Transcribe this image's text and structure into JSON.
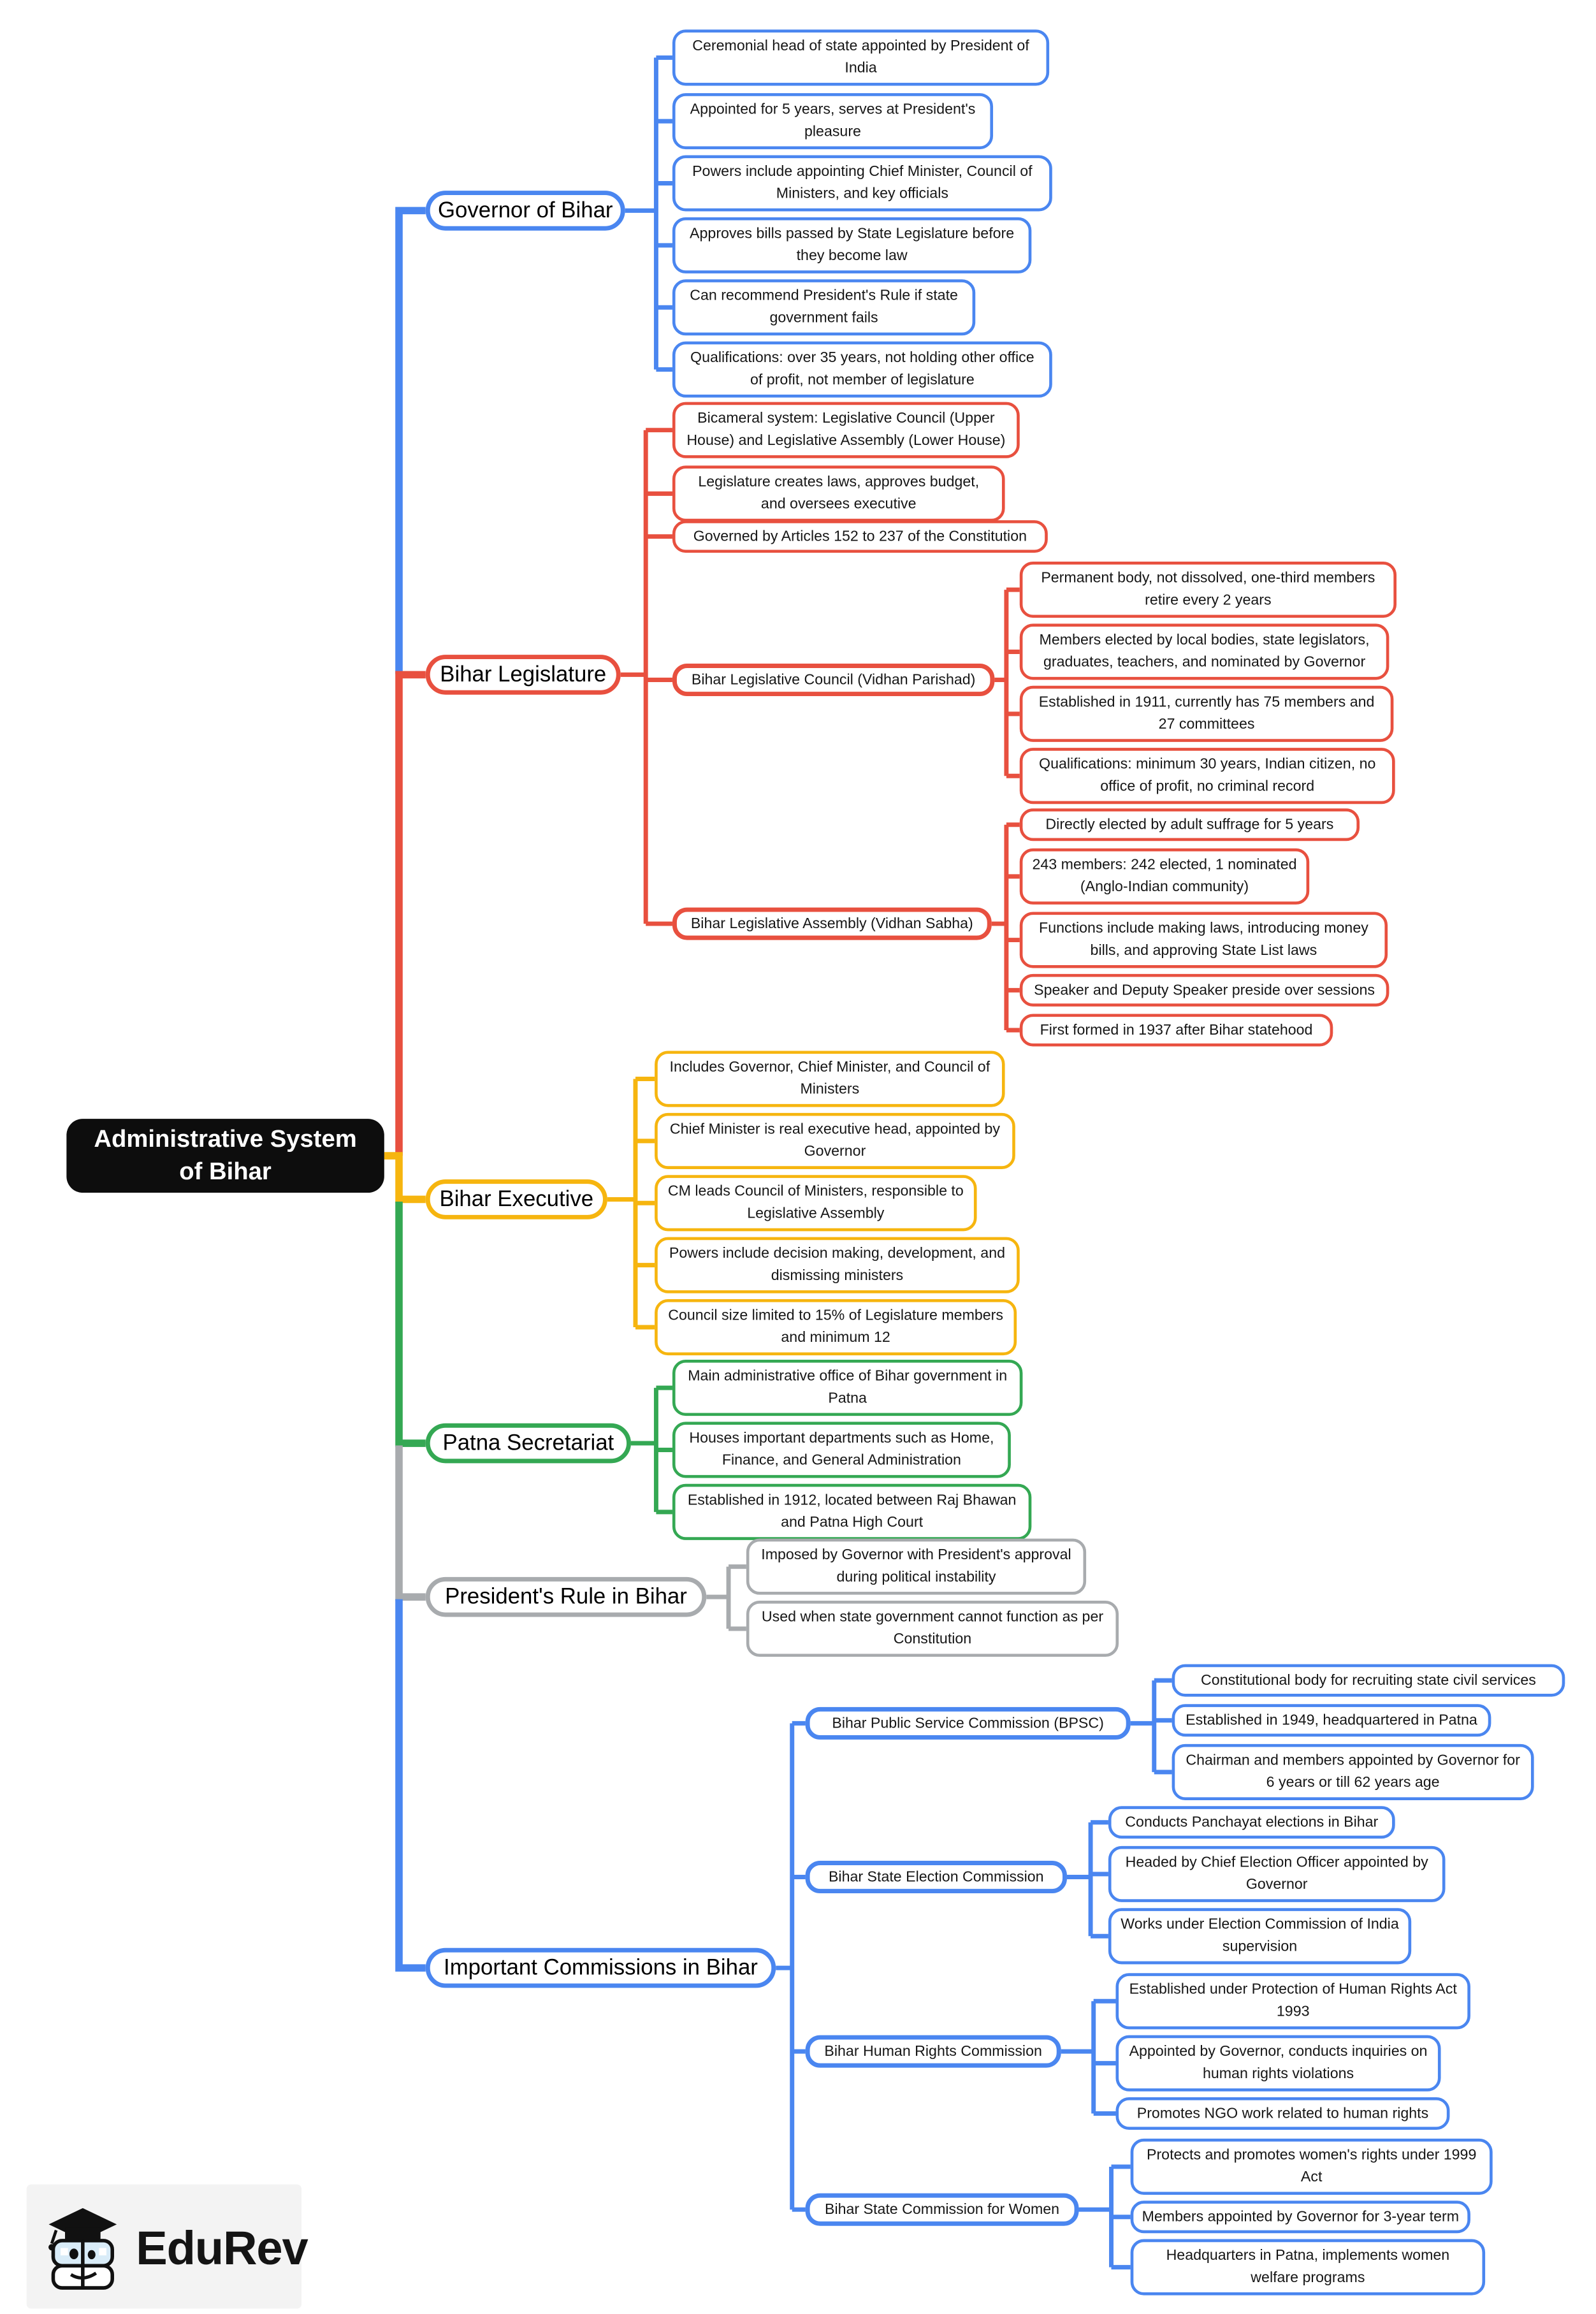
{
  "root": {
    "label": "Administrative System of Bihar",
    "color": "#0d0d0d"
  },
  "branches": [
    {
      "id": "governor",
      "label": "Governor of Bihar",
      "color": "#4a86f0",
      "children": [
        "Ceremonial head of state appointed by President of India",
        "Appointed for 5 years, serves at President's pleasure",
        "Powers include appointing Chief Minister, Council of Ministers, and key officials",
        "Approves bills passed by State Legislature before they become law",
        "Can recommend President's Rule if state government fails",
        "Qualifications: over 35 years, not holding other office of profit, not member of legislature"
      ]
    },
    {
      "id": "legislature",
      "label": "Bihar Legislature",
      "color": "#e8503f",
      "children": [
        "Bicameral system: Legislative Council (Upper House) and Legislative Assembly (Lower House)",
        "Legislature creates laws, approves budget, and oversees executive",
        "Governed by Articles 152 to 237 of the Constitution"
      ],
      "subtopics": [
        {
          "label": "Bihar Legislative Council (Vidhan Parishad)",
          "children": [
            "Permanent body, not dissolved, one-third members retire every 2 years",
            "Members elected by local bodies, state legislators, graduates, teachers, and nominated by Governor",
            "Established in 1911, currently has 75 members and 27 committees",
            "Qualifications: minimum 30 years, Indian citizen, no office of profit, no criminal record"
          ]
        },
        {
          "label": "Bihar Legislative Assembly (Vidhan Sabha)",
          "children": [
            "Directly elected by adult suffrage for 5 years",
            "243 members: 242 elected, 1 nominated (Anglo-Indian community)",
            "Functions include making laws, introducing money bills, and approving State List laws",
            "Speaker and Deputy Speaker preside over sessions",
            "First formed in 1937 after Bihar statehood"
          ]
        }
      ]
    },
    {
      "id": "executive",
      "label": "Bihar Executive",
      "color": "#f6b50f",
      "children": [
        "Includes Governor, Chief Minister, and Council of Ministers",
        "Chief Minister is real executive head, appointed by Governor",
        "CM leads Council of Ministers, responsible to Legislative Assembly",
        "Powers include decision making, development, and dismissing ministers",
        "Council size limited to 15% of Legislature members and minimum 12"
      ]
    },
    {
      "id": "secretariat",
      "label": "Patna Secretariat",
      "color": "#34a853",
      "children": [
        "Main administrative office of Bihar government in Patna",
        "Houses important departments such as Home, Finance, and General Administration",
        "Established in 1912, located between Raj Bhawan and Patna High Court"
      ]
    },
    {
      "id": "presidents-rule",
      "label": "President's Rule in Bihar",
      "color": "#a8abae",
      "children": [
        "Imposed by Governor with President's approval during political instability",
        "Used when state government cannot function as per Constitution"
      ]
    },
    {
      "id": "commissions",
      "label": "Important Commissions in Bihar",
      "color": "#4a86f0",
      "subtopics": [
        {
          "label": "Bihar Public Service Commission (BPSC)",
          "children": [
            "Constitutional body for recruiting state civil services",
            "Established in 1949, headquartered in Patna",
            "Chairman and members appointed by Governor for 6 years or till 62 years age"
          ]
        },
        {
          "label": "Bihar State Election Commission",
          "children": [
            "Conducts Panchayat elections in Bihar",
            "Headed by Chief Election Officer appointed by Governor",
            "Works under Election Commission of India supervision"
          ]
        },
        {
          "label": "Bihar Human Rights Commission",
          "children": [
            "Established under Protection of Human Rights Act 1993",
            "Appointed by Governor, conducts inquiries on human rights violations",
            "Promotes NGO work related to human rights"
          ]
        },
        {
          "label": "Bihar State Commission for Women",
          "children": [
            "Protects and promotes women's rights under 1999 Act",
            "Members appointed by Governor for 3-year term",
            "Headquarters in Patna, implements women welfare programs"
          ]
        }
      ]
    }
  ],
  "footer": {
    "brand": "EduRev"
  }
}
